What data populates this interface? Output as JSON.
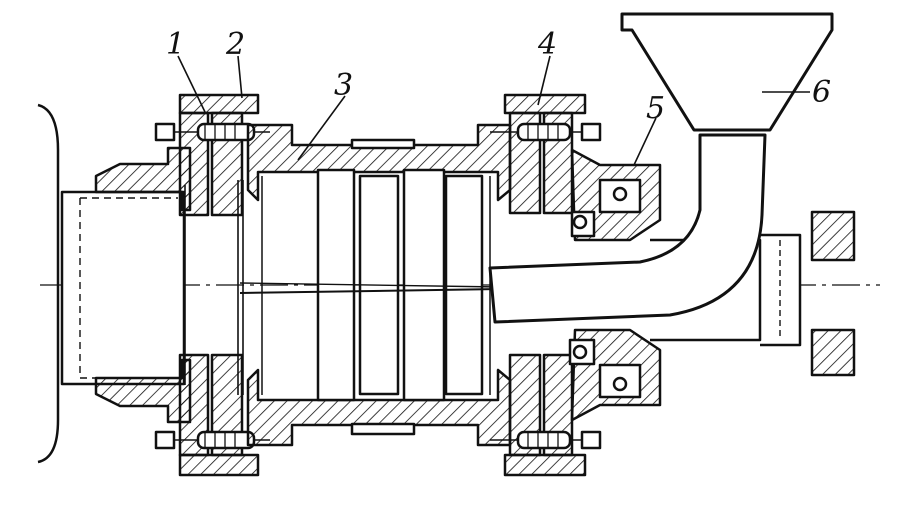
{
  "figure": {
    "callouts": [
      {
        "id": "c1",
        "label": "1"
      },
      {
        "id": "c2",
        "label": "2"
      },
      {
        "id": "c3",
        "label": "3"
      },
      {
        "id": "c4",
        "label": "4"
      },
      {
        "id": "c5",
        "label": "5"
      },
      {
        "id": "c6",
        "label": "6"
      }
    ],
    "colors": {
      "ink": "#111111",
      "paper": "#ffffff"
    }
  }
}
